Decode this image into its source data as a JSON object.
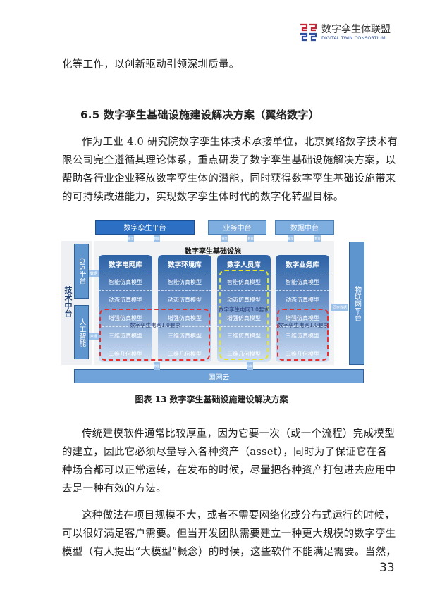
{
  "header": {
    "logo_cn": "数字孪生体联盟",
    "logo_en": "DIGITAL TWIN CONSORTIUM",
    "logo_colors": [
      "#c0283a",
      "#2f4f9e"
    ]
  },
  "body": {
    "intro_line": "化等工作，以创新驱动引领深圳质量。",
    "section_heading": "6.5 数字孪生基础设施建设解决方案（翼络数字）",
    "para1": [
      "作为工业 4.0 研究院数字孪生体技术承接单位，北京翼络数字技术有",
      "限公司完全遵循其理论体系，重点研发了数字孪生基础设施解决方案，以",
      "帮助各行业企业释放数字孪生体的潜能，同时获得数字孪生基础设施带来",
      "的可持续改进能力，实现数字孪生体时代的数字化转型目标。"
    ],
    "caption": "图表 13 数字孪生基础设施建设解决方案",
    "para2": [
      "传统建模软件通常比较厚重，因为它要一次（或一个流程）完成模型",
      "的建立，因此它必须尽量导入各种资产（asset），同时为了保证它在各",
      "种场合都可以正常运转，在发布的时候，尽量把各种资产打包进去应用中",
      "去是一种有效的方法。"
    ],
    "para3": [
      "这种做法在项目规模不大，或者不需要网络化或分布式运行的时候，",
      "可以很好满足客户需要。但当开发团队需要建立一种更大规模的数字孪生",
      "模型（有人提出“大模型”概念）的时候，这些软件不能满足需要。当然，"
    ],
    "page_number": "33"
  },
  "diagram": {
    "top": [
      "数字孪生平台",
      "业务中台",
      "数据中台"
    ],
    "arrow_up": "模型",
    "arrow_down": "数据",
    "title": "数字孪生基础设施",
    "left_group": "技术中台",
    "gis": "GIS平台",
    "ai": "人工智能",
    "data_tag": "数据",
    "right": "物联网平台",
    "sync": "同步数据",
    "bottom": "国网云",
    "store": "存储",
    "columns": [
      {
        "title": "数字电网库"
      },
      {
        "title": "数字环境库"
      },
      {
        "title": "数字人员库"
      },
      {
        "title": "数字业务库"
      }
    ],
    "rows": [
      "智能仿真模型",
      "动态仿真模型",
      "增强仿真模型",
      "三维仿真模型",
      "三维几何模型"
    ],
    "req1": "数字孪生电网1.0要求",
    "req3": "数字孪生电网3.0要求",
    "colors": {
      "dark_blue": "#2d62a5",
      "light_blue": "#6fa3d9",
      "red_dash": "#e53030",
      "yellow_dash": "#e8e820"
    }
  }
}
